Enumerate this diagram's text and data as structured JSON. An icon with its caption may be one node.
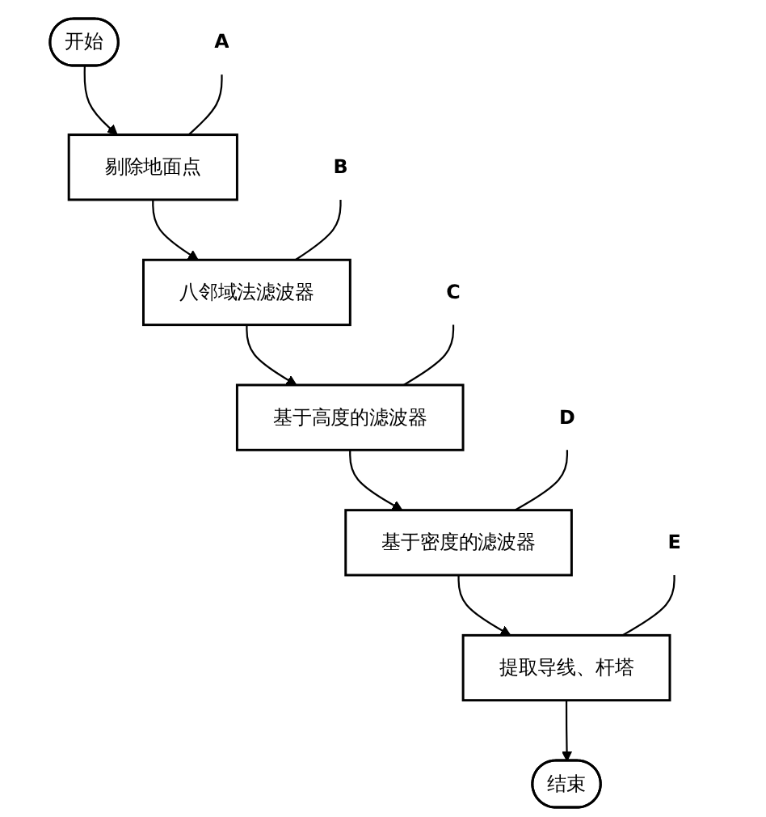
{
  "diagram": {
    "nodes": [
      {
        "text": [
          "开始"
        ]
      },
      {
        "text": [
          "剔除地面点"
        ]
      },
      {
        "text": [
          "八邻域法滤波器"
        ]
      },
      {
        "text": [
          "基于高度的滤波器"
        ]
      },
      {
        "text": [
          "基于密度的滤波器"
        ]
      },
      {
        "text": [
          "提取导线、杆塔"
        ]
      },
      {
        "text": [
          "结束"
        ]
      },
      {
        "text": [
          "A"
        ]
      },
      {
        "text": [
          "B"
        ]
      },
      {
        "text": [
          "C"
        ]
      },
      {
        "text": [
          "D"
        ]
      },
      {
        "text": [
          "E"
        ]
      }
    ],
    "edges": [
      {
        "from": 0,
        "to": 1,
        "arrow": "to"
      },
      {
        "from": 1,
        "to": 2,
        "arrow": "to"
      },
      {
        "from": 2,
        "to": 3,
        "arrow": "to"
      },
      {
        "from": 3,
        "to": 4,
        "arrow": "to"
      },
      {
        "from": 4,
        "to": 5,
        "arrow": "to"
      },
      {
        "from": 5,
        "to": 6,
        "arrow": "to"
      },
      {
        "from": 7,
        "to": 1,
        "arrow": "none"
      },
      {
        "from": 8,
        "to": 2,
        "arrow": "none"
      },
      {
        "from": 9,
        "to": 3,
        "arrow": "none"
      },
      {
        "from": 10,
        "to": 4,
        "arrow": "none"
      },
      {
        "from": 11,
        "to": 5,
        "arrow": "none"
      }
    ]
  }
}
